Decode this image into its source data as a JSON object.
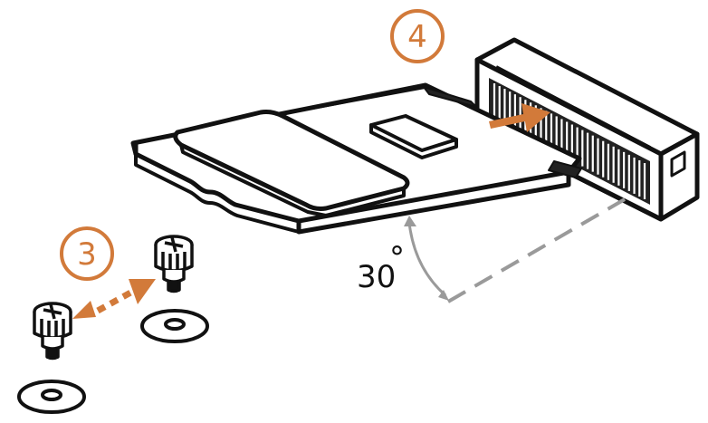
{
  "steps": {
    "step_3": "3",
    "step_4": "4"
  },
  "angle": {
    "value": "30",
    "unit": "°"
  },
  "colors": {
    "accent": "#D27A3A",
    "stroke": "#111111",
    "guide": "#9A9A9A",
    "background": "#FFFFFF"
  },
  "icons": {
    "module": "m2-ssd-module-icon",
    "connector": "m2-connector-slot-icon",
    "standoff": "standoff-screw-icon",
    "washer": "washer-icon"
  }
}
